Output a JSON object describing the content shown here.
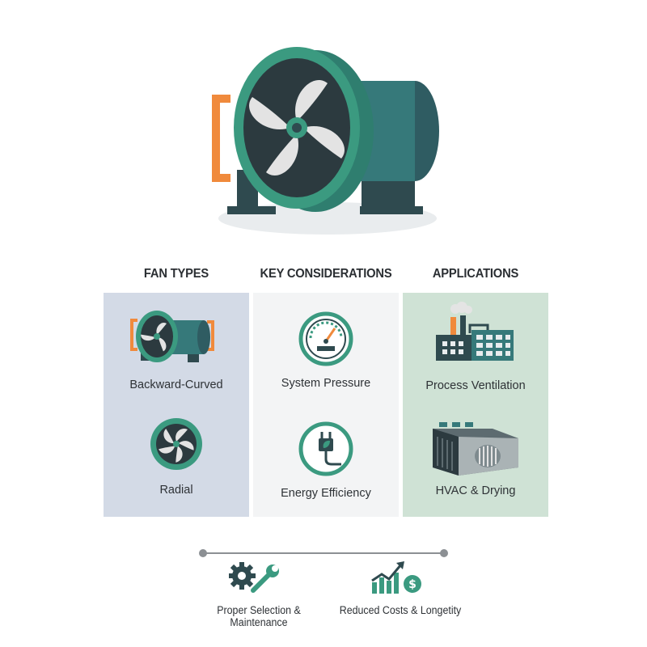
{
  "columns": {
    "fan_types": {
      "heading": "FAN TYPES",
      "items": [
        {
          "label": "Backward-Curved",
          "icon": "small-centrifugal-fan-icon"
        },
        {
          "label": "Radial",
          "icon": "radial-fan-icon"
        }
      ]
    },
    "key_considerations": {
      "heading": "KEY CONSIDERATIONS",
      "items": [
        {
          "label": "System Pressure",
          "icon": "pressure-gauge-icon"
        },
        {
          "label": "Energy Efficiency",
          "icon": "energy-plug-leaf-icon"
        }
      ]
    },
    "applications": {
      "heading": "APPLICATIONS",
      "items": [
        {
          "label": "Process Ventilation",
          "icon": "factory-icon"
        },
        {
          "label": "HVAC & Drying",
          "icon": "hvac-unit-icon"
        }
      ]
    }
  },
  "outcomes": [
    {
      "label": "Proper Selection & Maintenance",
      "icon": "gear-wrench-icon"
    },
    {
      "label": "Reduced Costs & Longetity",
      "icon": "growth-chart-dollar-icon"
    }
  ],
  "colors": {
    "teal": "#3b9a80",
    "dark_teal": "#2f4a4f",
    "orange": "#f08a3c",
    "panel_blue": "#d3dae6",
    "panel_gray": "#f3f4f5",
    "panel_green": "#cfe2d5"
  }
}
